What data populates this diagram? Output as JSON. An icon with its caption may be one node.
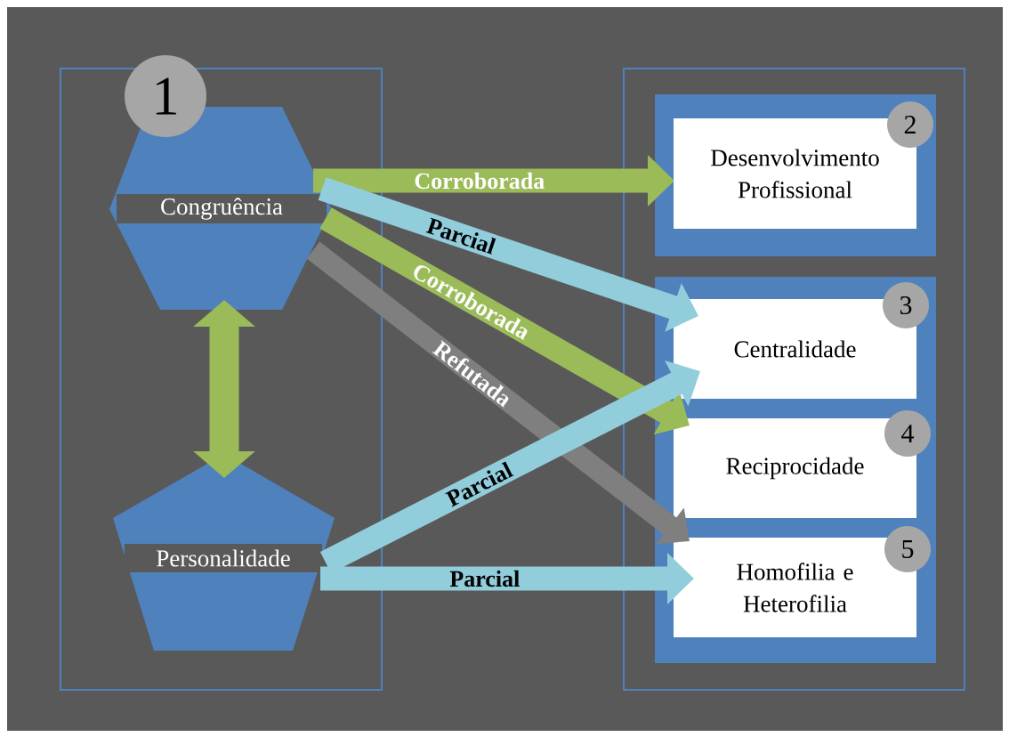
{
  "diagram": {
    "nodes": [
      {
        "text": [],
        "shape": "box"
      },
      {
        "text": [
          "1"
        ],
        "in": 0
      },
      {
        "text": [
          "Congruência"
        ],
        "in": 0
      },
      {
        "text": [
          "Personalidade"
        ],
        "in": 0
      },
      {
        "text": [],
        "shape": "box"
      },
      {
        "text": [],
        "shape": "box",
        "in": 4
      },
      {
        "text": [
          "Desenvolvimento Profissional"
        ],
        "in": 5
      },
      {
        "text": [
          "2"
        ],
        "in": 5
      },
      {
        "text": [],
        "shape": "box",
        "in": 4
      },
      {
        "text": [
          "Centralidade"
        ],
        "in": 8
      },
      {
        "text": [
          "3"
        ],
        "in": 8
      },
      {
        "text": [
          "Reciprocidade"
        ],
        "in": 8
      },
      {
        "text": [
          "4"
        ],
        "in": 8
      },
      {
        "text": [
          "Homofilia e Heterofilia"
        ],
        "in": 8
      },
      {
        "text": [
          "5"
        ],
        "in": 8
      }
    ],
    "edges": [
      {
        "from": 2,
        "to": 6,
        "arrow": "to",
        "label": "Corroborada",
        "color": "#9bbb59"
      },
      {
        "from": 2,
        "to": 9,
        "arrow": "to",
        "label": "Parcial",
        "color": "#92cddc"
      },
      {
        "from": 2,
        "to": 11,
        "arrow": "to",
        "label": "Corroborada",
        "color": "#9bbb59"
      },
      {
        "from": 2,
        "to": 13,
        "arrow": "to",
        "label": "Refutada",
        "color": "#7f7f7f"
      },
      {
        "from": 3,
        "to": 9,
        "arrow": "to",
        "label": "Parcial",
        "color": "#92cddc"
      },
      {
        "from": 3,
        "to": 13,
        "arrow": "to",
        "label": "Parcial",
        "color": "#92cddc"
      },
      {
        "from": 2,
        "to": 3,
        "arrow": "both",
        "color": "#9bbb59"
      }
    ]
  }
}
